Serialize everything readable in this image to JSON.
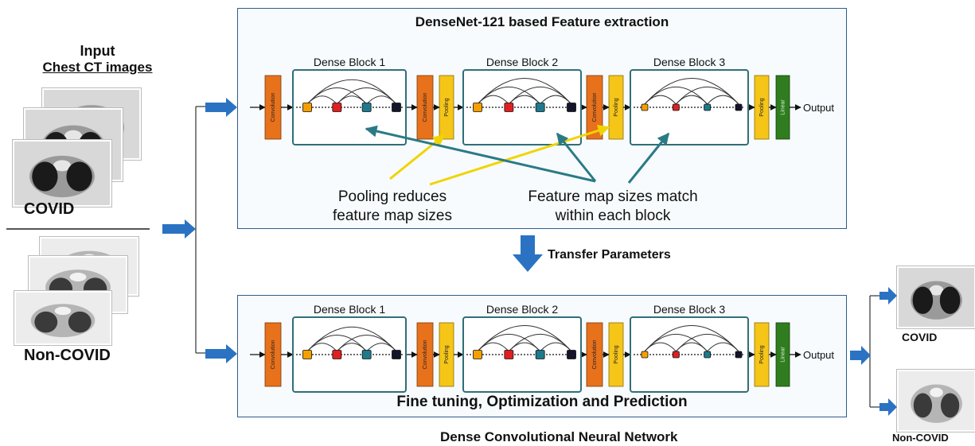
{
  "input": {
    "title_line1": "Input",
    "title_line2": "Chest CT images",
    "covid_label": "COVID",
    "noncovid_label": "Non-COVID"
  },
  "top_panel": {
    "title": "DenseNet-121 based Feature extraction",
    "annotation_pooling_line1": "Pooling reduces",
    "annotation_pooling_line2": "feature map sizes",
    "annotation_feature_line1": "Feature map sizes match",
    "annotation_feature_line2": "within each block"
  },
  "bottom_panel": {
    "caption": "Fine tuning, Optimization and Prediction"
  },
  "network": {
    "dense_blocks": [
      "Dense Block 1",
      "Dense Block 2",
      "Dense Block 3"
    ],
    "conv_label": "Convolution",
    "pool_label": "Pooling",
    "linear_label": "Linear",
    "output_label": "Output"
  },
  "transfer_label": "Transfer Parameters",
  "footer_title": "Dense Convolutional Neural Network",
  "outputs": {
    "covid_label": "COVID",
    "noncovid_label": "Non-COVID"
  },
  "colors": {
    "conv": "#e8711c",
    "pool": "#f5c518",
    "linear": "#2f7d1f",
    "block_border": "#2f6f78",
    "arrow_blue": "#2b73c2",
    "arrow_teal": "#2a7a86",
    "arrow_yellow": "#f0d400",
    "node_colors": [
      "#f5a000",
      "#e02020",
      "#1f7a8c",
      "#14142a"
    ]
  }
}
